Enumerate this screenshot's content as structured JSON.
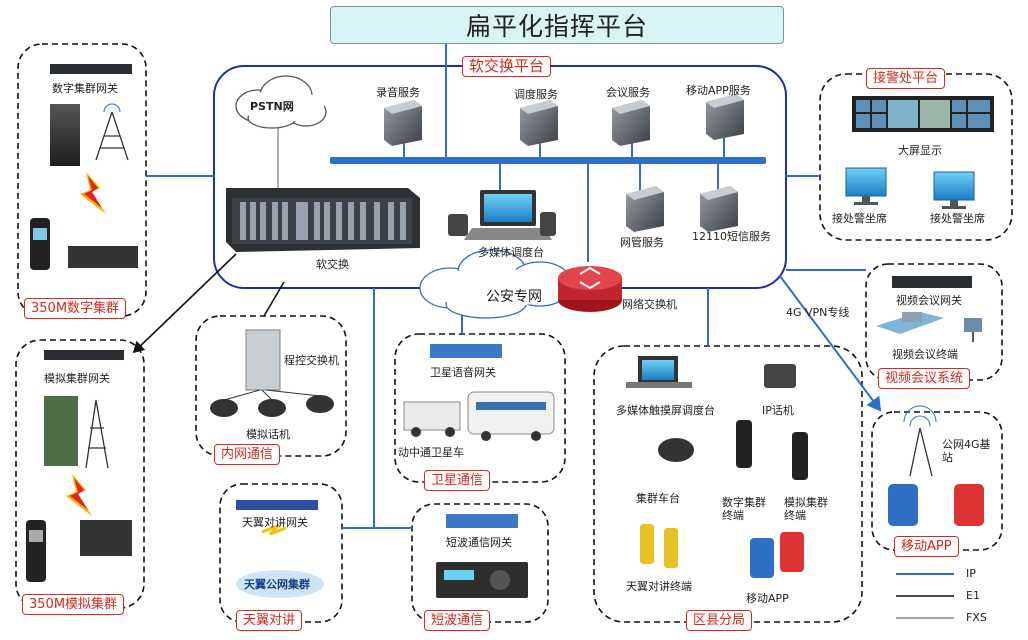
{
  "title": "扁平化指挥平台",
  "softswitch_platform": "软交换平台",
  "pstn": "PSTN网",
  "services": {
    "recording": "录音服务",
    "dispatch": "调度服务",
    "meeting": "会议服务",
    "mobile_app": "移动APP服务",
    "network_mgmt": "网管服务",
    "sms": "12110短信服务"
  },
  "softswitch": "软交换",
  "multimedia_console": "多媒体调度台",
  "police_net": "公安专网",
  "network_switch": "网络交换机",
  "vpn": "4G VPN专线",
  "digital_trunk": {
    "gateway": "数字集群网关",
    "tag": "350M数字集群"
  },
  "analog_trunk": {
    "gateway": "模拟集群网关",
    "tag": "350M模拟集群"
  },
  "intranet": {
    "pbx": "程控交换机",
    "phone": "模拟话机",
    "tag": "内网通信"
  },
  "tianyi": {
    "gateway": "天翼对讲网关",
    "cloud": "天翼公网集群",
    "tag": "天翼对讲"
  },
  "satellite": {
    "gateway": "卫星语音网关",
    "vehicle": "动中通卫星车",
    "tag": "卫星通信"
  },
  "shortwave": {
    "gateway": "短波通信网关",
    "tag": "短波通信"
  },
  "county": {
    "touch_console": "多媒体触摸屏调度台",
    "ip_phone": "IP话机",
    "car_radio": "集群车台",
    "digital_terminal": "数字集群\n终端",
    "analog_terminal": "模拟集群\n终端",
    "tianyi_terminal": "天翼对讲终端",
    "mobile_app": "移动APP",
    "tag": "区县分局"
  },
  "alarm": {
    "tag": "接警处平台",
    "big_screen": "大屏显示",
    "seat1": "接处警坐席",
    "seat2": "接处警坐席"
  },
  "video_conf": {
    "gateway": "视频会议网关",
    "terminal": "视频会议终端",
    "tag": "视频会议系统"
  },
  "mobile": {
    "station": "公网4G基\n站",
    "tag": "移动APP"
  },
  "legend": {
    "ip": "IP",
    "e1": "E1",
    "fxs": "FXS"
  },
  "colors": {
    "ip_line": "#2f6fc9",
    "e1_line": "#111111",
    "fxs_line": "#888888",
    "tag_red": "#d52b1e",
    "ring_blue": "#1b2fa8"
  }
}
